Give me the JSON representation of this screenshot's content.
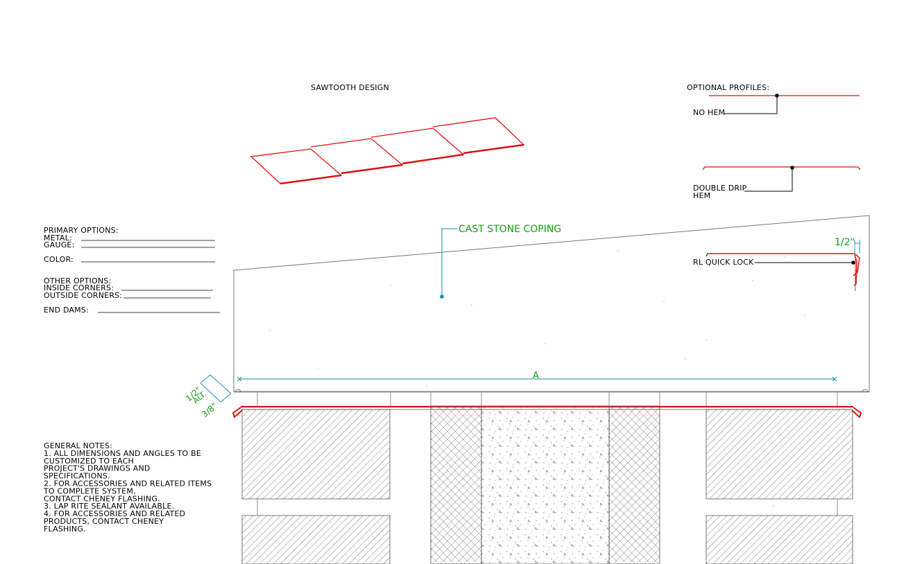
{
  "labels": {
    "sawtooth_title": "SAWTOOTH DESIGN",
    "optional_profiles": "OPTIONAL PROFILES:",
    "no_hem": "NO HEM",
    "double_drip_hem_1": "DOUBLE DRIP",
    "double_drip_hem_2": "HEM",
    "rl_quick_lock": "RL QUICK LOCK",
    "cast_stone_coping": "CAST STONE COPING",
    "dim_half_inch": "1/2\"",
    "dim_a": "A",
    "dim_alt_half": "1/2\"",
    "dim_alt": "ALT.",
    "dim_three_eighths": "3/8\""
  },
  "options": {
    "primary_heading": "PRIMARY OPTIONS:",
    "metal": "METAL:",
    "gauge": "GAUGE:",
    "color": "COLOR:",
    "other_heading": "OTHER OPTIONS:",
    "inside_corners": "INSIDE CORNERS:",
    "outside_corners": "OUTSIDE CORNERS:",
    "end_dams": "END DAMS:"
  },
  "notes": {
    "lines": [
      "GENERAL NOTES:",
      "1.  ALL DIMENSIONS AND ANGLES TO BE",
      "CUSTOMIZED TO EACH",
      "PROJECT'S DRAWINGS AND",
      "SPECIFICATIONS.",
      "2.  FOR ACCESSORIES AND RELATED ITEMS",
      "TO COMPLETE SYSTEM,",
      "CONTACT CHENEY FLASHING.",
      "3.  LAP RITE SEALANT AVAILABLE.",
      "4.  FOR ACCESSORIES AND RELATED",
      "PRODUCTS, CONTACT CHENEY",
      "FLASHING."
    ]
  },
  "colors": {
    "flashing": "#dd1111",
    "dimension": "#138aa6",
    "dimension_text": "#179b17",
    "outline": "#777777"
  }
}
